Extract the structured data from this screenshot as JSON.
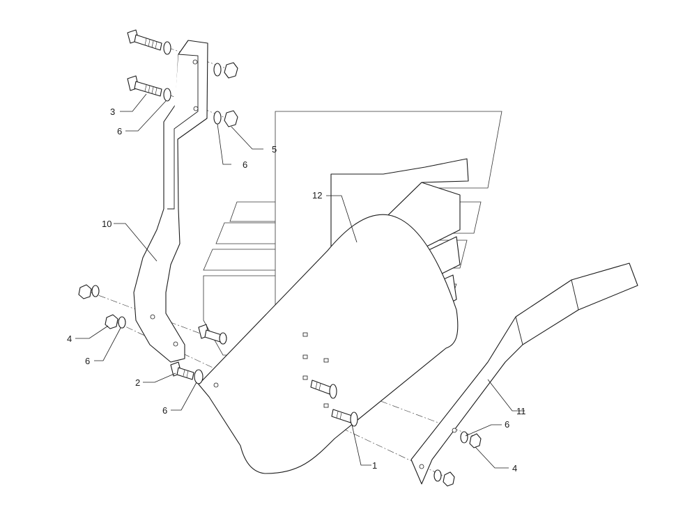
{
  "callouts": {
    "c1": "1",
    "c2": "2",
    "c3": "3",
    "c4a": "4",
    "c4b": "4",
    "c5": "5",
    "c6a": "6",
    "c6b": "6",
    "c6c": "6",
    "c6d": "6",
    "c6e": "6",
    "c10": "10",
    "c11": "11",
    "c12": "12"
  }
}
